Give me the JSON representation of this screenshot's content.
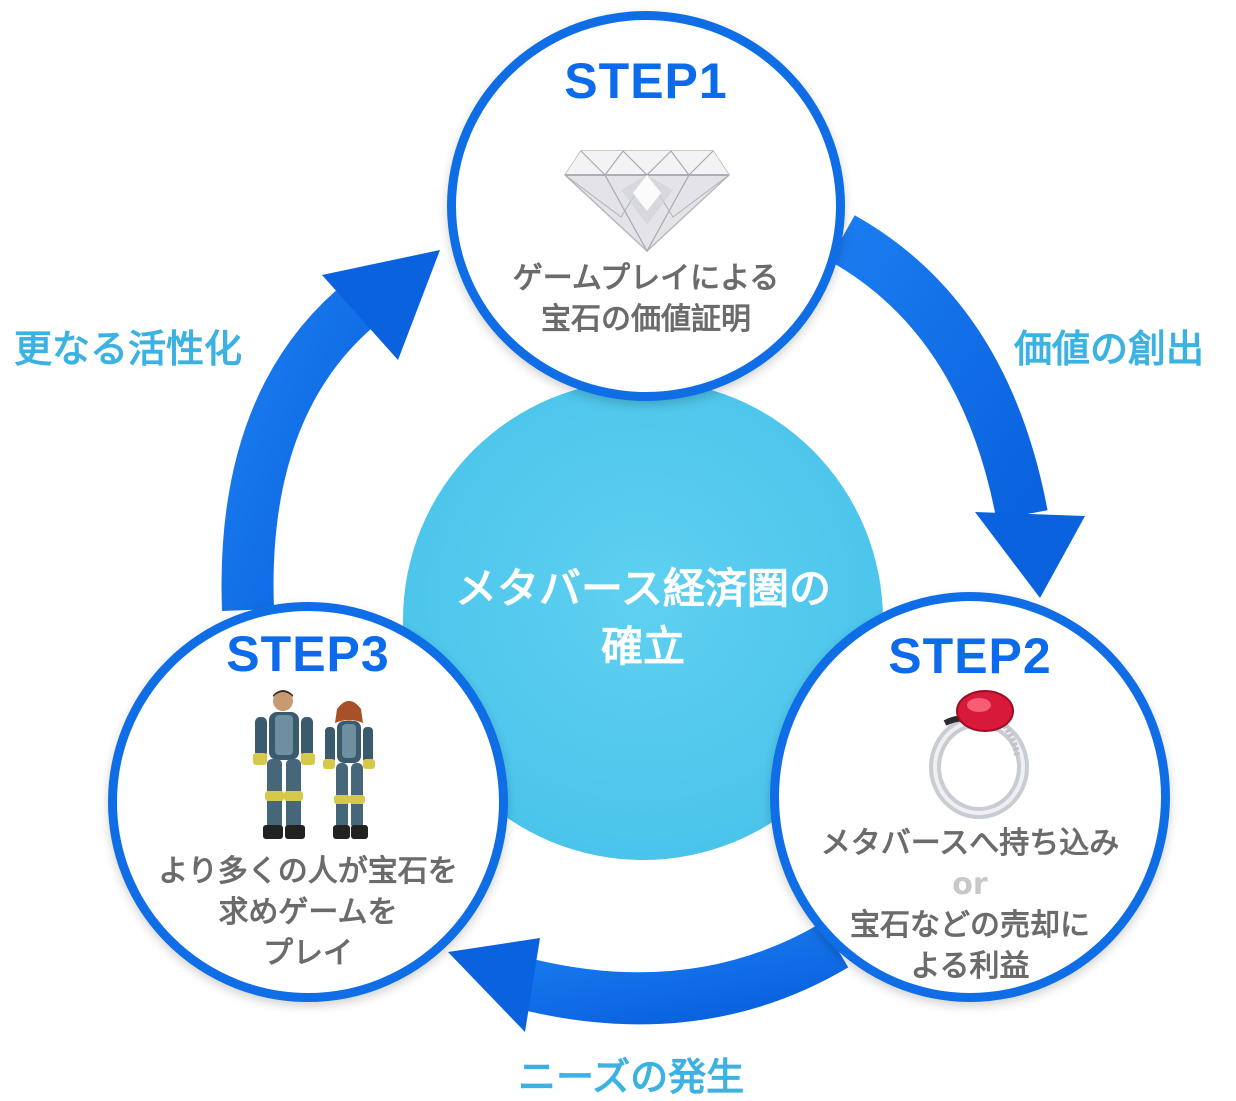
{
  "center": {
    "line1": "メタバース経済圏の",
    "line2": "確立"
  },
  "steps": [
    {
      "title": "STEP1",
      "lines": [
        "ゲームプレイによる",
        "宝石の価値証明"
      ]
    },
    {
      "title": "STEP2",
      "lines": [
        "メタバースへ持ち込み",
        "or",
        "宝石などの売却に",
        "よる利益"
      ]
    },
    {
      "title": "STEP3",
      "lines": [
        "より多くの人が宝石を",
        "求めゲームを",
        "プレイ"
      ]
    }
  ],
  "flows": {
    "step1_to_step2": "価値の創出",
    "step2_to_step3": "ニーズの発生",
    "step3_to_step1": "更なる活性化"
  },
  "icons": {
    "step1": "diamond-icon",
    "step2": "ruby-ring-icon",
    "step3": "game-characters-icon"
  },
  "colors": {
    "step_blue": "#0f6de6",
    "center_cyan": "#4cc5ec",
    "label_cyan": "#3cb2e2",
    "text_gray": "#6b6b6b"
  }
}
